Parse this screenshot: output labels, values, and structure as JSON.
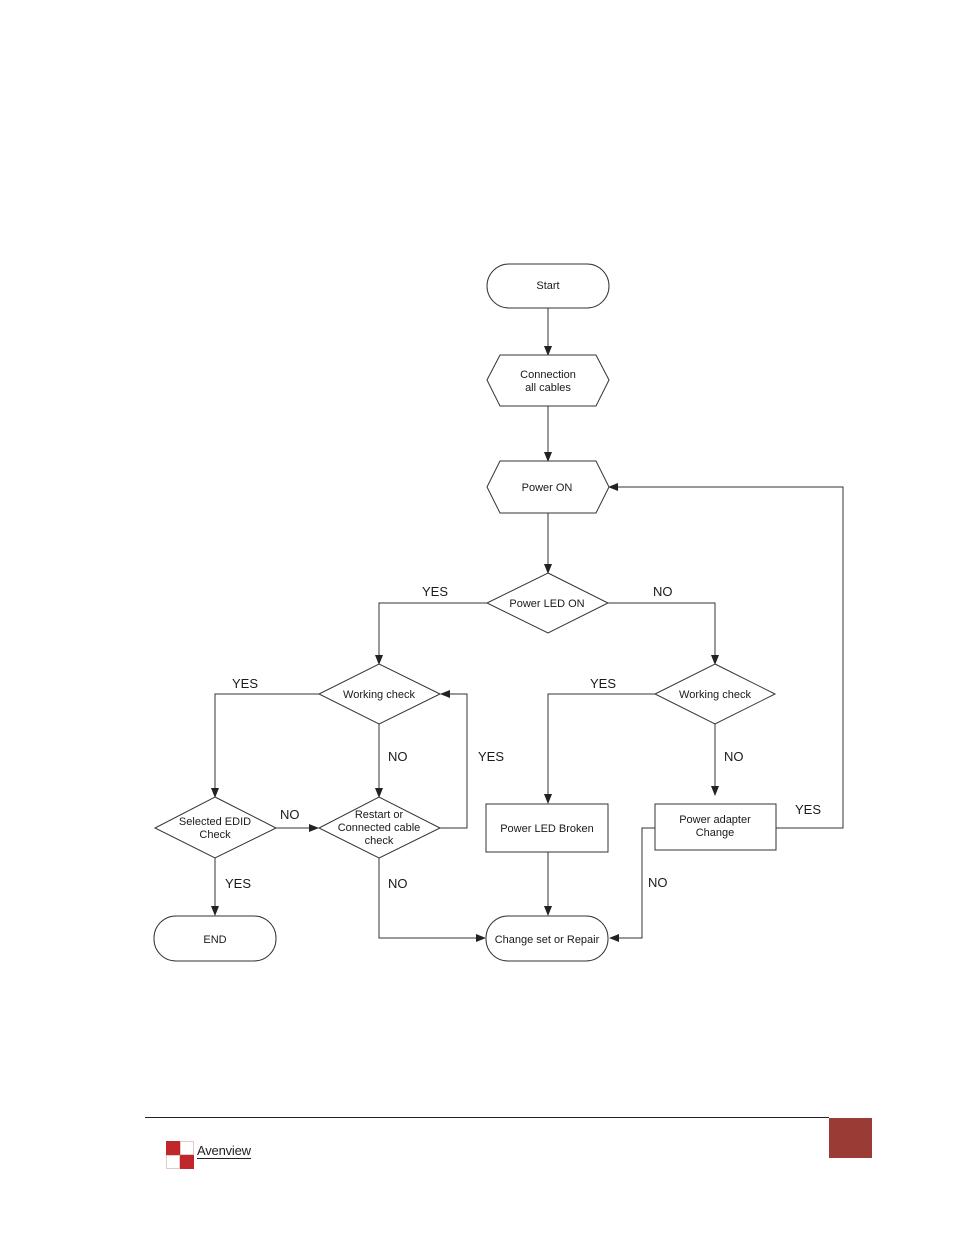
{
  "diagram": {
    "nodes": {
      "start": "Start",
      "connection": [
        "Connection",
        "all cables"
      ],
      "power_on": "Power ON",
      "power_led_on": "Power LED ON",
      "working_check_left": "Working check",
      "working_check_right": "Working check",
      "selected_edid": [
        "Selected EDID",
        "Check"
      ],
      "restart_check": [
        "Restart or",
        "Connected cable",
        "check"
      ],
      "power_led_broken": "Power LED Broken",
      "power_adapter": [
        "Power adapter",
        "Change"
      ],
      "end": "END",
      "change_set": "Change set or Repair"
    },
    "edges": {
      "led_yes": "YES",
      "led_no": "NO",
      "wc_left_yes": "YES",
      "wc_left_no": "NO",
      "restart_yes": "YES",
      "wc_right_yes": "YES",
      "wc_right_no": "NO",
      "edid_no": "NO",
      "edid_yes": "YES",
      "restart_no": "NO",
      "adapter_yes": "YES",
      "adapter_no": "NO"
    }
  },
  "footer": {
    "logo_text": "Avenview",
    "brand_color": "#9a3b36",
    "logo_red": "#c0272d"
  }
}
